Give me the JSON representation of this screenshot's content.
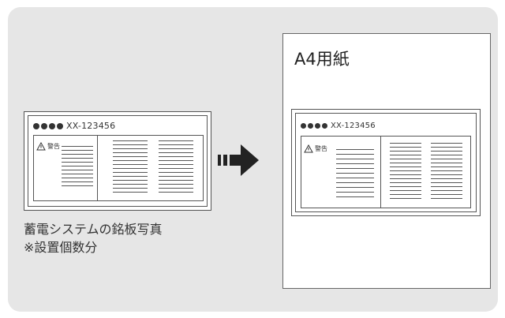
{
  "plate": {
    "model": "XX-123456",
    "warning_label": "警告"
  },
  "caption": {
    "line1": "蓄電システムの銘板写真",
    "line2": "※設置個数分"
  },
  "paper": {
    "title": "A4用紙"
  },
  "icons": {
    "arrow": "arrow-right-icon",
    "warning": "warning-triangle-icon"
  },
  "colors": {
    "panel_bg": "#e6e6e6",
    "line": "#555555",
    "arrow": "#222222"
  }
}
